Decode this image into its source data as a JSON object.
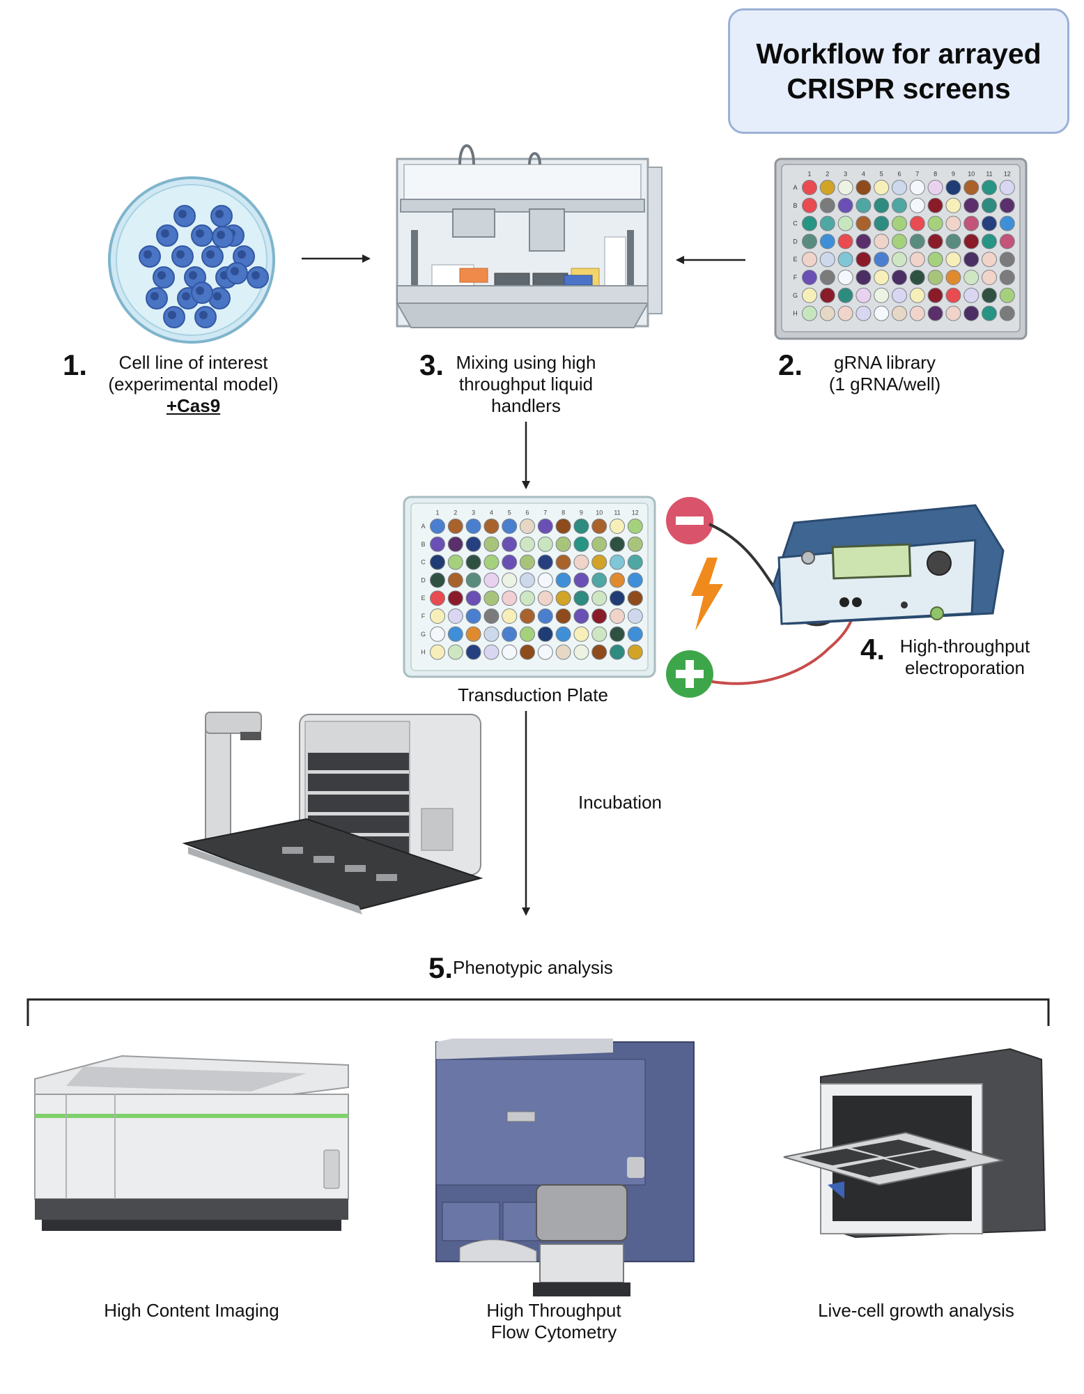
{
  "title": "Workflow for arrayed\nCRISPR screens",
  "steps": {
    "step1": {
      "number": "1.",
      "label": "Cell line of interest\n(experimental model)",
      "emphasis": "+Cas9"
    },
    "step2": {
      "number": "2.",
      "label": "gRNA library\n(1 gRNA/well)"
    },
    "step3": {
      "number": "3.",
      "label": "Mixing using high\nthroughput liquid\nhandlers"
    },
    "step4": {
      "number": "4.",
      "label": "High-throughput\nelectroporation"
    },
    "step5": {
      "number": "5.",
      "label": "Phenotypic analysis"
    }
  },
  "transduction_plate_label": "Transduction Plate",
  "incubation_label": "Incubation",
  "plate": {
    "columns": [
      "1",
      "2",
      "3",
      "4",
      "5",
      "6",
      "7",
      "8",
      "9",
      "10",
      "11",
      "12"
    ],
    "rows": [
      "A",
      "B",
      "C",
      "D",
      "E",
      "F",
      "G",
      "H"
    ]
  },
  "analysis": [
    {
      "label": "High Content Imaging"
    },
    {
      "label": "High Throughput\nFlow Cytometry"
    },
    {
      "label": "Live-cell growth analysis"
    }
  ],
  "colors": {
    "title_bg": "#e6eefb",
    "title_border": "#9bb0d6",
    "minus_electrode": "#d9546a",
    "plus_electrode": "#3ea64a",
    "lightning": "#f08a1c",
    "electroporator_body": "#3f6592"
  },
  "icons": [
    "petri-dish-icon",
    "liquid-handler-icon",
    "well-plate-icon",
    "electroporator-icon",
    "lightning-icon",
    "minus-icon",
    "plus-icon",
    "plate-stacker-icon",
    "imaging-system-icon",
    "flow-cytometer-icon",
    "incubator-icon"
  ]
}
